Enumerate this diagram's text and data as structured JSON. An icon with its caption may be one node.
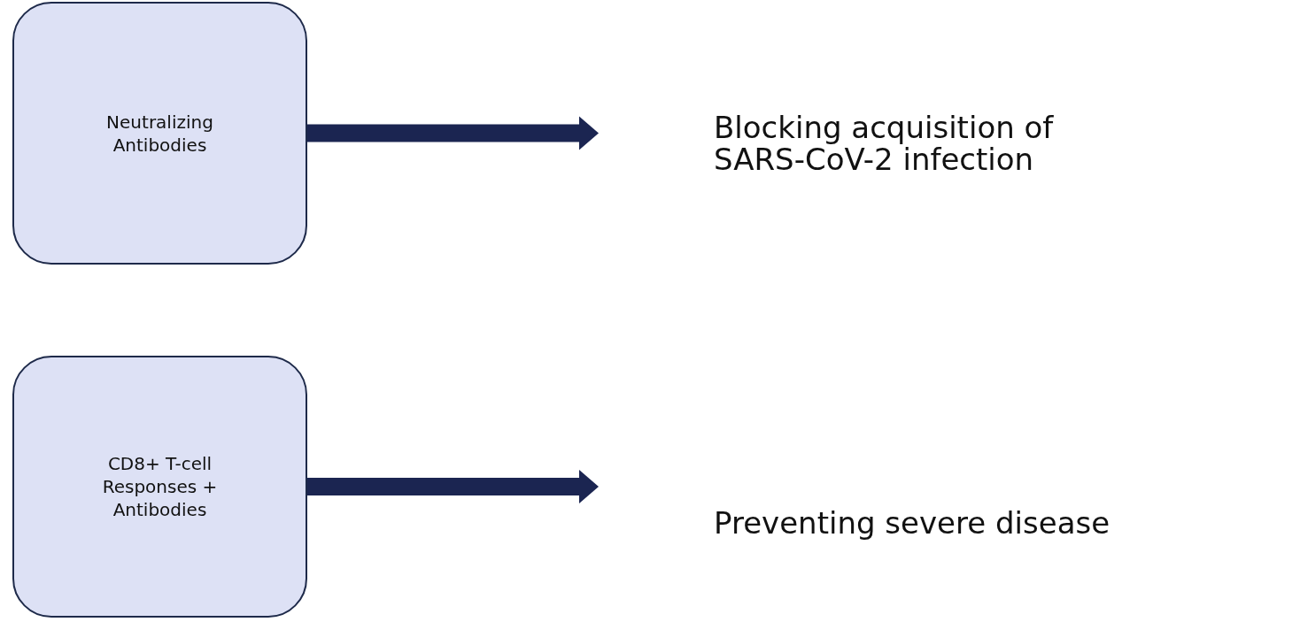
{
  "diagram": {
    "nodes": [
      {
        "text": [
          "Neutralizing Antibodies"
        ]
      },
      {
        "text": [
          "Blocking acquisition of SARS-CoV-2 infection"
        ]
      },
      {
        "text": [
          "CD8+ T-cell Responses + Antibodies"
        ]
      },
      {
        "text": [
          "Preventing severe disease"
        ]
      }
    ],
    "edges": [
      {
        "from": 0,
        "to": 1,
        "arrow": "to"
      },
      {
        "from": 2,
        "to": 3,
        "arrow": "to"
      }
    ]
  }
}
